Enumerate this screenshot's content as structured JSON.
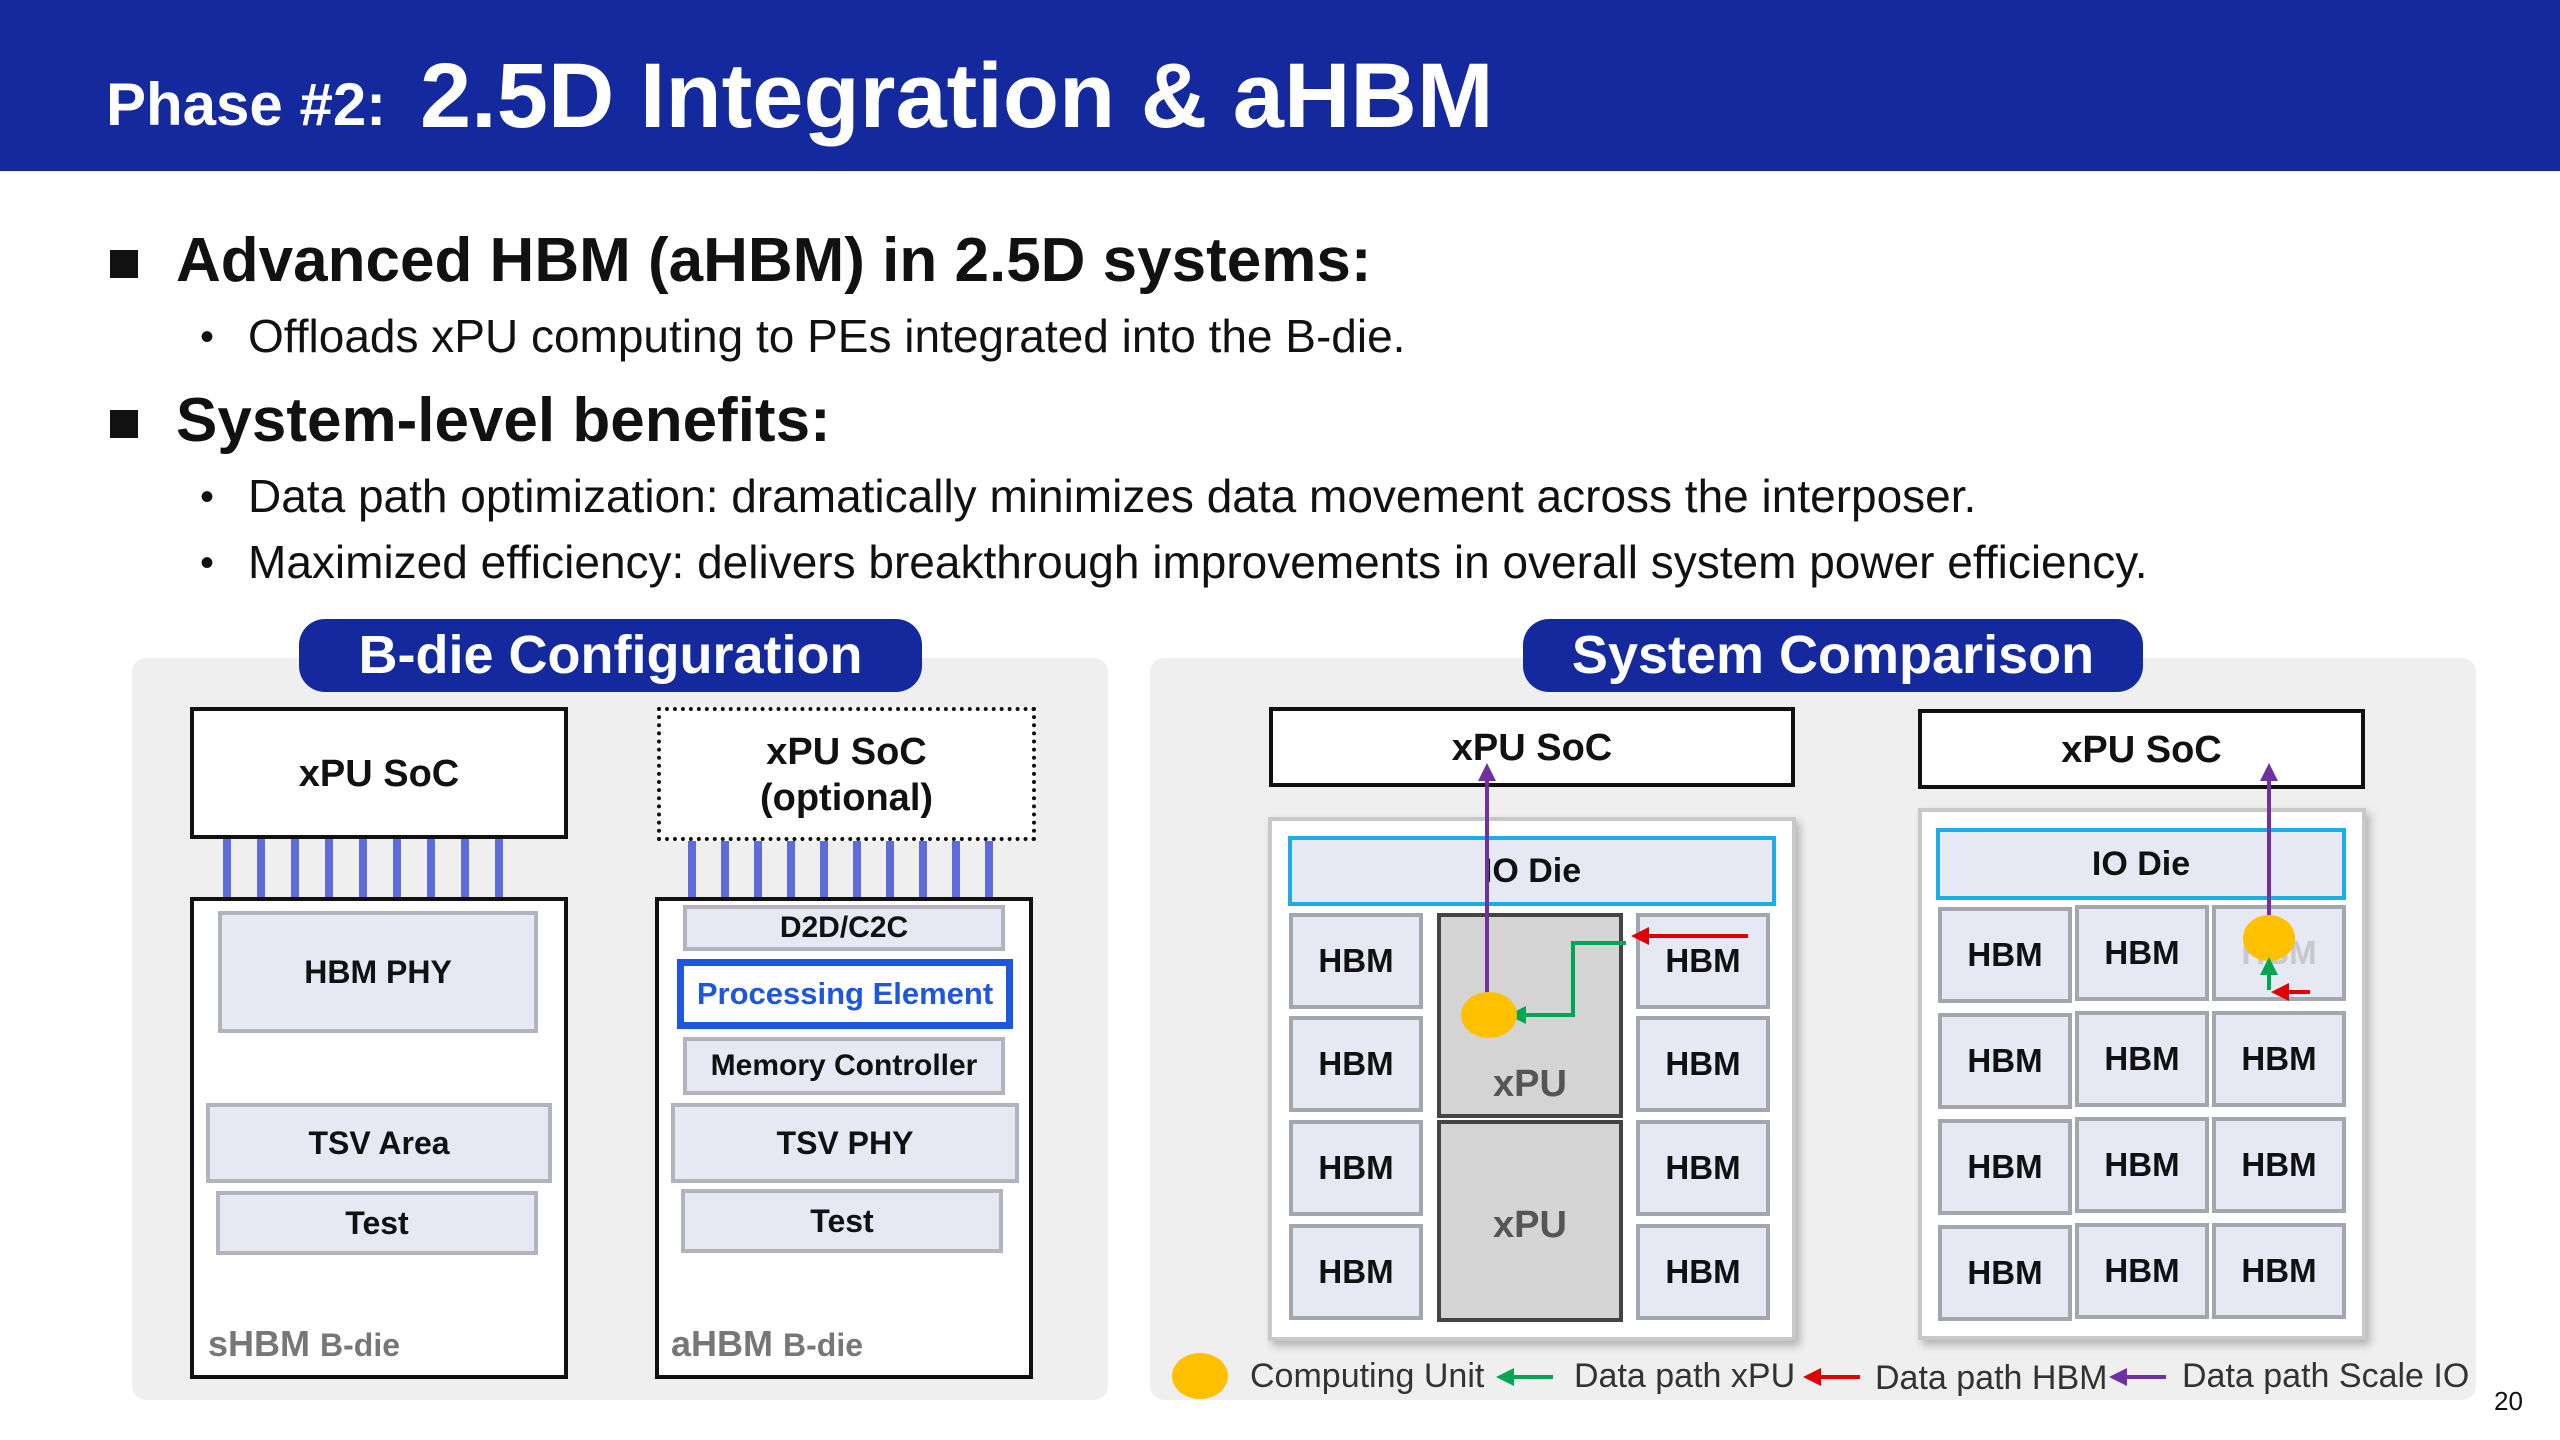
{
  "header": {
    "phase_label": "Phase #2:",
    "title": "2.5D Integration & aHBM"
  },
  "sections": [
    {
      "heading": "Advanced HBM (aHBM) in 2.5D systems:",
      "bullets": [
        "Offloads xPU computing to PEs integrated into the B-die."
      ]
    },
    {
      "heading": "System-level benefits:",
      "bullets": [
        "Data path optimization: dramatically minimizes data movement across the interposer.",
        "Maximized efficiency: delivers breakthrough improvements in overall system power efficiency."
      ]
    }
  ],
  "bdie_config": {
    "title": "B-die Configuration",
    "shbm": {
      "soc": "xPU SoC",
      "blocks": [
        "HBM PHY",
        "TSV Area",
        "Test"
      ],
      "footer_main": "sHBM",
      "footer_sub": "B-die"
    },
    "ahbm": {
      "soc_line1": "xPU SoC",
      "soc_line2": "(optional)",
      "blocks": [
        "D2D/C2C",
        "Processing Element",
        "Memory Controller",
        "TSV PHY",
        "Test"
      ],
      "footer_main": "aHBM",
      "footer_sub": "B-die"
    }
  },
  "system_comparison": {
    "title": "System Comparison",
    "left": {
      "soc": "xPU SoC",
      "io_die": "IO Die",
      "hbm_label": "HBM",
      "xpu_labels": [
        "xPU",
        "xPU"
      ]
    },
    "right": {
      "soc": "xPU SoC",
      "io_die": "IO Die",
      "hbm_label": "HBM",
      "hbm_faded_label": "HBM"
    },
    "legend": {
      "computing_unit": "Computing Unit",
      "data_path_xpu": "Data path xPU",
      "data_path_hbm": "Data path HBM",
      "data_path_scale_io": "Data path Scale IO"
    }
  },
  "colors": {
    "header_blue": "#13299d",
    "io_die_border": "#19aee6",
    "pe_blue": "#1e56e0",
    "computing_unit": "#ffc000",
    "xpu_path": "#00a651",
    "hbm_path": "#e00000",
    "scale_io_path": "#7030a0"
  },
  "page_number": "20"
}
